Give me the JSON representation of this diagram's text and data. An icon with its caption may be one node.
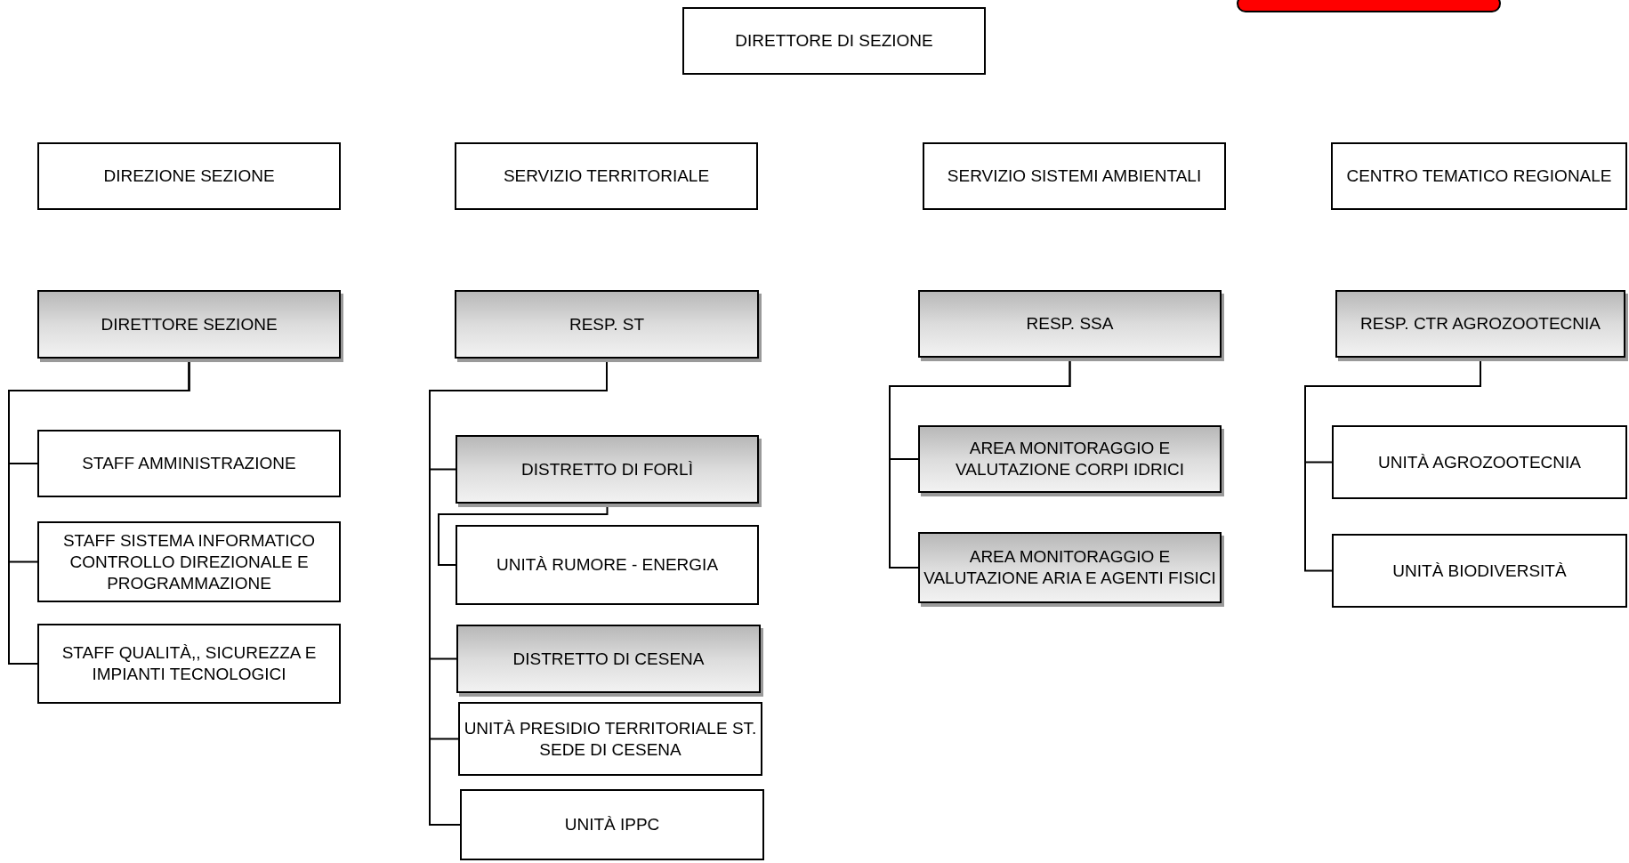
{
  "diagram": {
    "nodes": [
      {
        "text": [
          "DIRETTORE DI SEZIONE"
        ]
      },
      {
        "text": [],
        "shape": "box"
      },
      {
        "text": [
          "DIREZIONE SEZIONE"
        ]
      },
      {
        "text": [
          "SERVIZIO TERRITORIALE"
        ]
      },
      {
        "text": [
          "SERVIZIO SISTEMI AMBIENTALI"
        ]
      },
      {
        "text": [
          "CENTRO TEMATICO REGIONALE"
        ]
      },
      {
        "text": [
          "DIRETTORE SEZIONE"
        ]
      },
      {
        "text": [
          "RESP. ST"
        ]
      },
      {
        "text": [
          "RESP. SSA"
        ]
      },
      {
        "text": [
          "RESP. CTR AGROZOOTECNIA"
        ]
      },
      {
        "text": [
          "STAFF AMMINISTRAZIONE"
        ]
      },
      {
        "text": [
          "STAFF SISTEMA INFORMATICO CONTROLLO DIREZIONALE E PROGRAMMAZIONE"
        ]
      },
      {
        "text": [
          "STAFF QUALITÀ,, SICUREZZA E IMPIANTI TECNOLOGICI"
        ]
      },
      {
        "text": [
          "DISTRETTO DI FORLÌ"
        ]
      },
      {
        "text": [
          "UNITÀ RUMORE - ENERGIA"
        ]
      },
      {
        "text": [
          "DISTRETTO DI CESENA"
        ]
      },
      {
        "text": [
          "UNITÀ PRESIDIO TERRITORIALE ST. SEDE DI CESENA"
        ]
      },
      {
        "text": [
          "UNITÀ IPPC"
        ]
      },
      {
        "text": [
          "AREA MONITORAGGIO E VALUTAZIONE CORPI IDRICI"
        ]
      },
      {
        "text": [
          "AREA MONITORAGGIO E VALUTAZIONE ARIA E AGENTI FISICI"
        ]
      },
      {
        "text": [
          "UNITÀ AGROZOOTECNIA"
        ]
      },
      {
        "text": [
          "UNITÀ BIODIVERSITÀ"
        ]
      }
    ],
    "edges": [
      {
        "from": 6,
        "to": 10,
        "arrow": "none"
      },
      {
        "from": 6,
        "to": 11,
        "arrow": "none"
      },
      {
        "from": 6,
        "to": 12,
        "arrow": "none"
      },
      {
        "from": 7,
        "to": 13,
        "arrow": "none"
      },
      {
        "from": 13,
        "to": 14,
        "arrow": "none"
      },
      {
        "from": 7,
        "to": 15,
        "arrow": "none"
      },
      {
        "from": 7,
        "to": 16,
        "arrow": "none"
      },
      {
        "from": 7,
        "to": 17,
        "arrow": "none"
      },
      {
        "from": 8,
        "to": 18,
        "arrow": "none"
      },
      {
        "from": 8,
        "to": 19,
        "arrow": "none"
      },
      {
        "from": 9,
        "to": 20,
        "arrow": "none"
      },
      {
        "from": 9,
        "to": 21,
        "arrow": "none"
      }
    ]
  }
}
